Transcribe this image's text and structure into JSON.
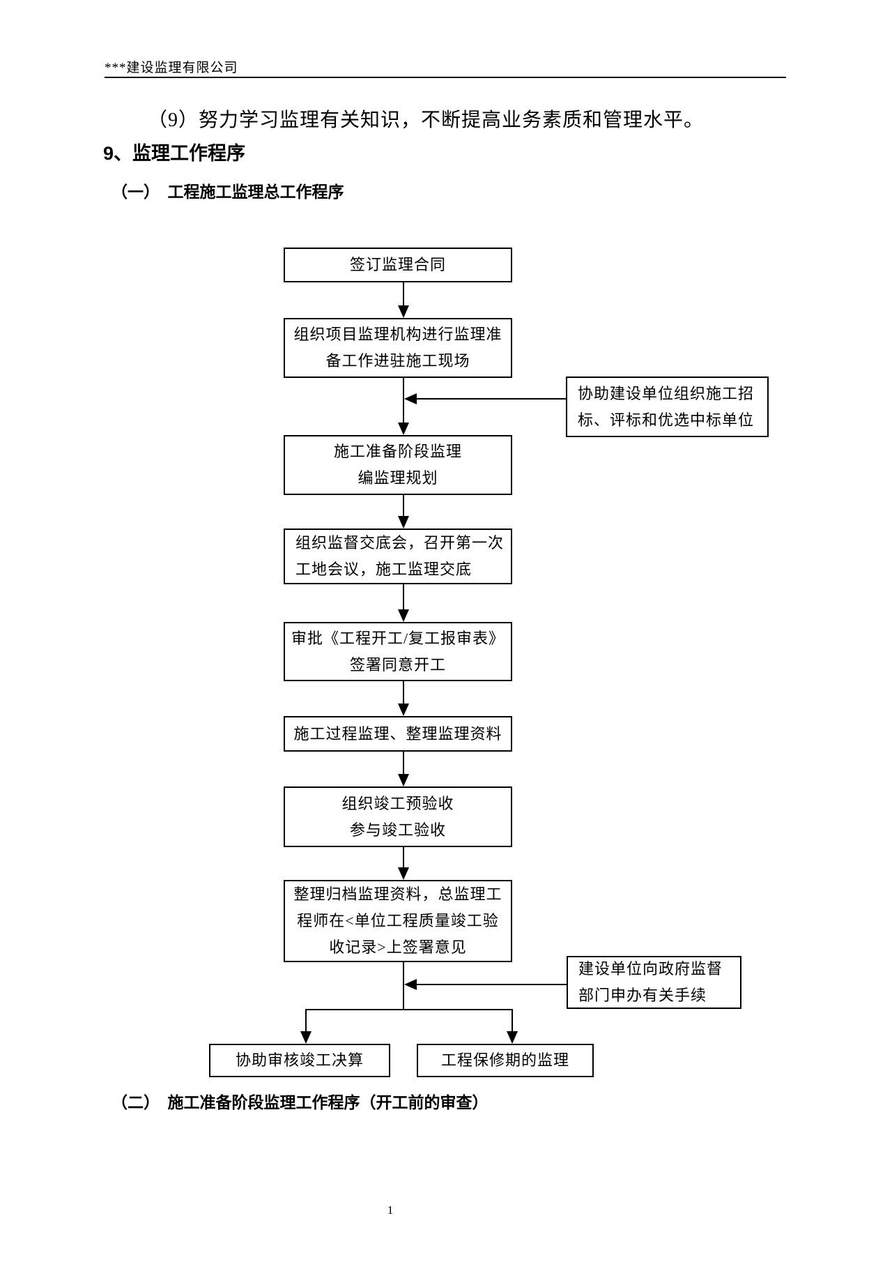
{
  "document": {
    "company_header": "***建设监理有限公司",
    "paragraph_item9": "（9）努力学习监理有关知识，不断提高业务素质和管理水平。",
    "section_heading": "9、监理工作程序",
    "subsection_one_heading": "（一）　工程施工监理总工作程序",
    "subsection_two_heading": "（二）　施工准备阶段监理工作程序（开工前的审查）",
    "page_number": "1"
  },
  "flowchart": {
    "main_boxes": [
      {
        "name": "sign-contract",
        "lines": [
          "签订监理合同"
        ]
      },
      {
        "name": "setup-org",
        "lines": [
          "组织项目监理机构进行监理准",
          "备工作进驻施工现场"
        ]
      },
      {
        "name": "prep-stage",
        "lines": [
          "施工准备阶段监理",
          "编监理规划"
        ]
      },
      {
        "name": "disclosure-meeting",
        "lines": [
          "组织监督交底会，召开第一次",
          "工地会议，施工监理交底"
        ]
      },
      {
        "name": "approve-start",
        "lines": [
          "审批《工程开工/复工报审表》",
          "签署同意开工"
        ]
      },
      {
        "name": "process-supervision",
        "lines": [
          "施工过程监理、整理监理资料"
        ]
      },
      {
        "name": "completion-acceptance",
        "lines": [
          "组织竣工预验收",
          "参与竣工验收"
        ]
      },
      {
        "name": "archive-sign",
        "lines": [
          "整理归档监理资料，总监理工",
          "程师在<单位工程质量竣工验",
          "收记录>上签署意见"
        ]
      }
    ],
    "side_boxes": [
      {
        "name": "bidding-assist",
        "lines": [
          "协助建设单位组织施工招",
          "标、评标和优选中标单位"
        ]
      },
      {
        "name": "gov-procedures",
        "lines": [
          "建设单位向政府监督",
          "部门申办有关手续"
        ]
      }
    ],
    "bottom_boxes": [
      {
        "name": "final-accounts",
        "label": "协助审核竣工决算"
      },
      {
        "name": "warranty-supervision",
        "label": "工程保修期的监理"
      }
    ]
  }
}
